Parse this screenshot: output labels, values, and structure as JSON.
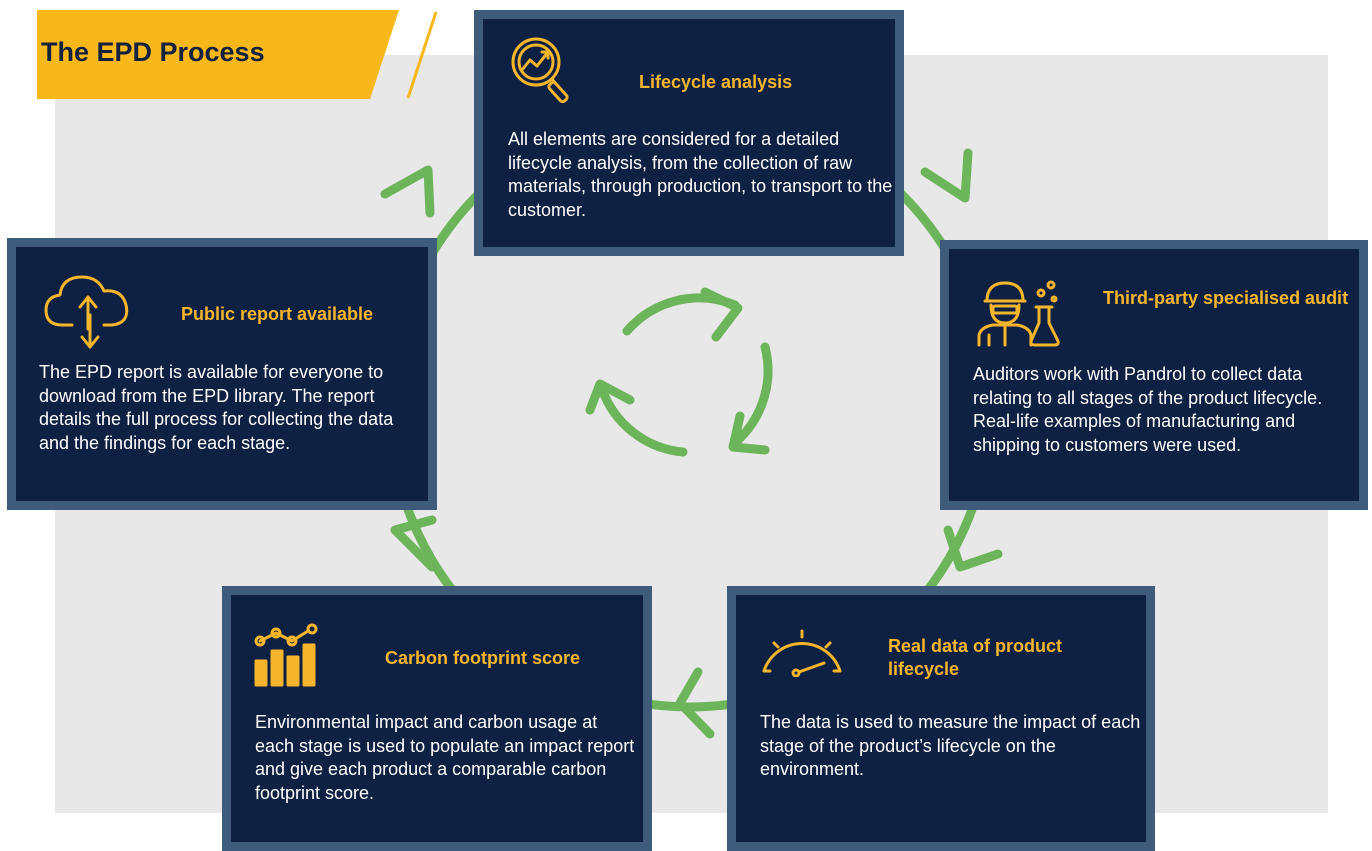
{
  "title": "The EPD Process",
  "colors": {
    "navy": "#0f2143",
    "border": "#3f5b7b",
    "accent": "#f6b52a",
    "arrow": "#6db55a",
    "panel": "#e8e8e8"
  },
  "steps": [
    {
      "icon": "magnifier-chart-icon",
      "heading": "Lifecycle analysis",
      "body": "All elements are considered for a detailed lifecycle analysis, from the collection of raw materials, through production, to transport to the customer."
    },
    {
      "icon": "scientist-icon",
      "heading": "Third-party specialised audit",
      "body": "Auditors work with Pandrol to collect data relating to all stages of the product lifecycle. Real-life examples of manufacturing and shipping to customers were used."
    },
    {
      "icon": "gauge-icon",
      "heading": "Real data of product lifecycle",
      "body": "The data is used to measure the impact of each stage of the product’s lifecycle on the environment."
    },
    {
      "icon": "bar-chart-icon",
      "heading": "Carbon footprint score",
      "body": "Environmental impact and carbon usage at each stage is used to populate an impact report and give each product a comparable carbon footprint score."
    },
    {
      "icon": "cloud-transfer-icon",
      "heading": "Public report available",
      "body": "The EPD report is available for everyone to download from the EPD library. The report details the full process for collecting the data and the findings for each stage."
    }
  ]
}
